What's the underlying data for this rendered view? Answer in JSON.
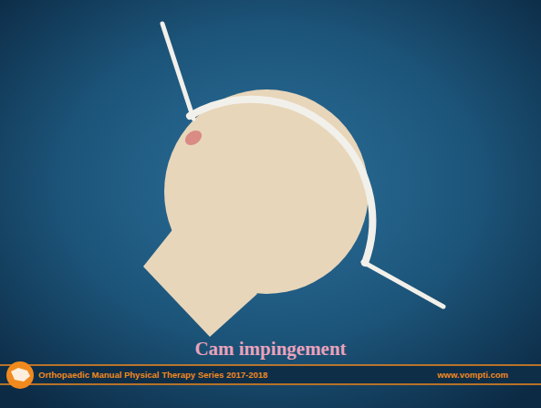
{
  "diagram": {
    "title": "Cam impingement",
    "labels": [
      "Orthopaedic Manual Physical Therapy Series 2017-2018",
      "www.vompti.com"
    ]
  }
}
